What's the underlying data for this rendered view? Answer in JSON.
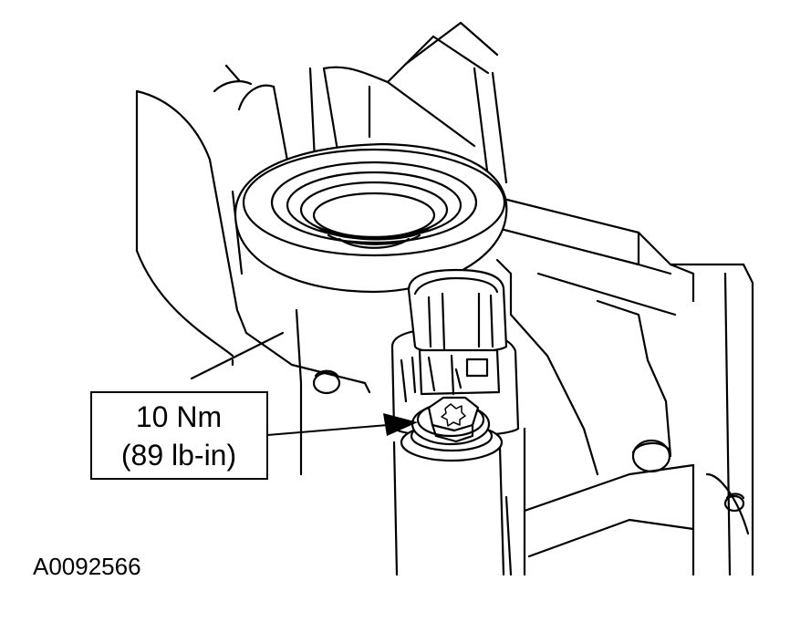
{
  "callout": {
    "torque_nm": "10 Nm",
    "torque_lbin": "(89 lb-in)"
  },
  "figure": {
    "id": "A0092566"
  },
  "colors": {
    "line": "#000000",
    "background": "#ffffff"
  }
}
